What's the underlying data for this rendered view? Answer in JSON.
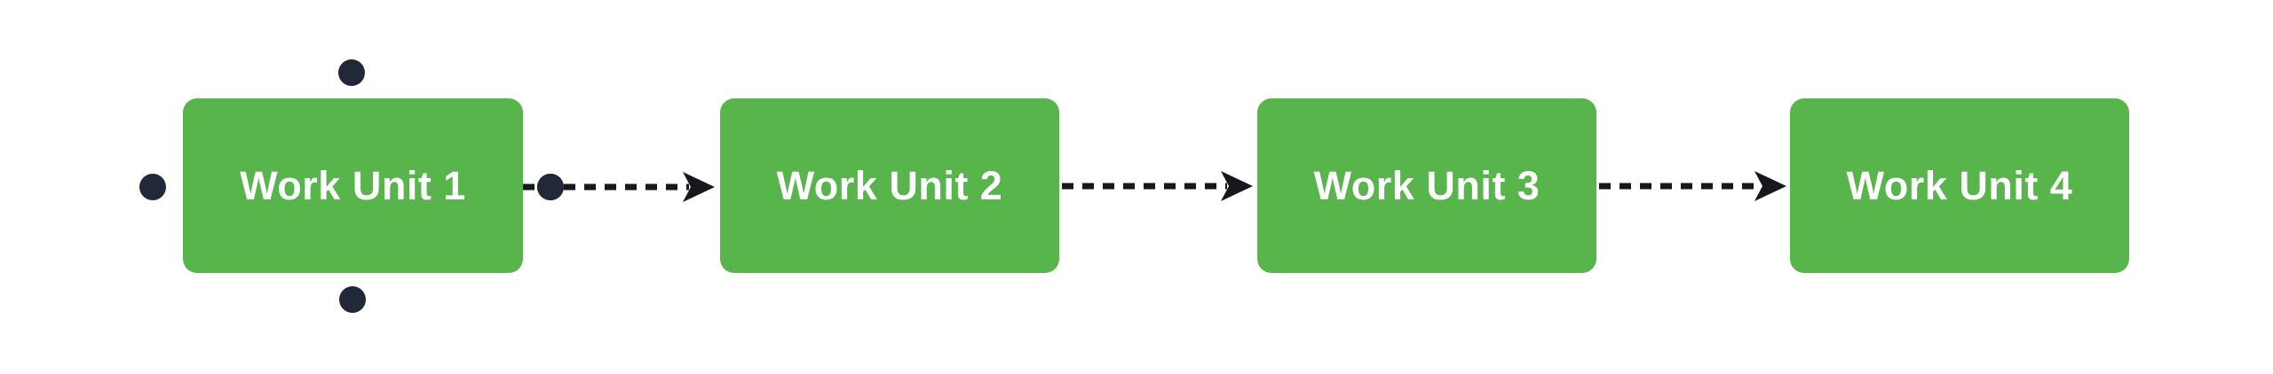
{
  "diagram": {
    "nodes": [
      {
        "id": "node-1",
        "label": "Work Unit 1",
        "selected": true
      },
      {
        "id": "node-2",
        "label": "Work Unit 2",
        "selected": false
      },
      {
        "id": "node-3",
        "label": "Work Unit 3",
        "selected": false
      },
      {
        "id": "node-4",
        "label": "Work Unit 4",
        "selected": false
      }
    ],
    "edges": [
      {
        "from": "Work Unit 1",
        "to": "Work Unit 2",
        "style": "dashed",
        "arrow": "end",
        "has_source_dot": true
      },
      {
        "from": "Work Unit 2",
        "to": "Work Unit 3",
        "style": "dashed",
        "arrow": "end",
        "has_source_dot": false
      },
      {
        "from": "Work Unit 3",
        "to": "Work Unit 4",
        "style": "dashed",
        "arrow": "end",
        "has_source_dot": false
      }
    ],
    "selected_node_handles": [
      "top",
      "left",
      "right",
      "bottom"
    ],
    "colors": {
      "node_fill": "#57B54C",
      "node_text": "#FFFFFF",
      "handle": "#202839",
      "edge": "#17181C",
      "background": "#FFFFFF"
    }
  }
}
